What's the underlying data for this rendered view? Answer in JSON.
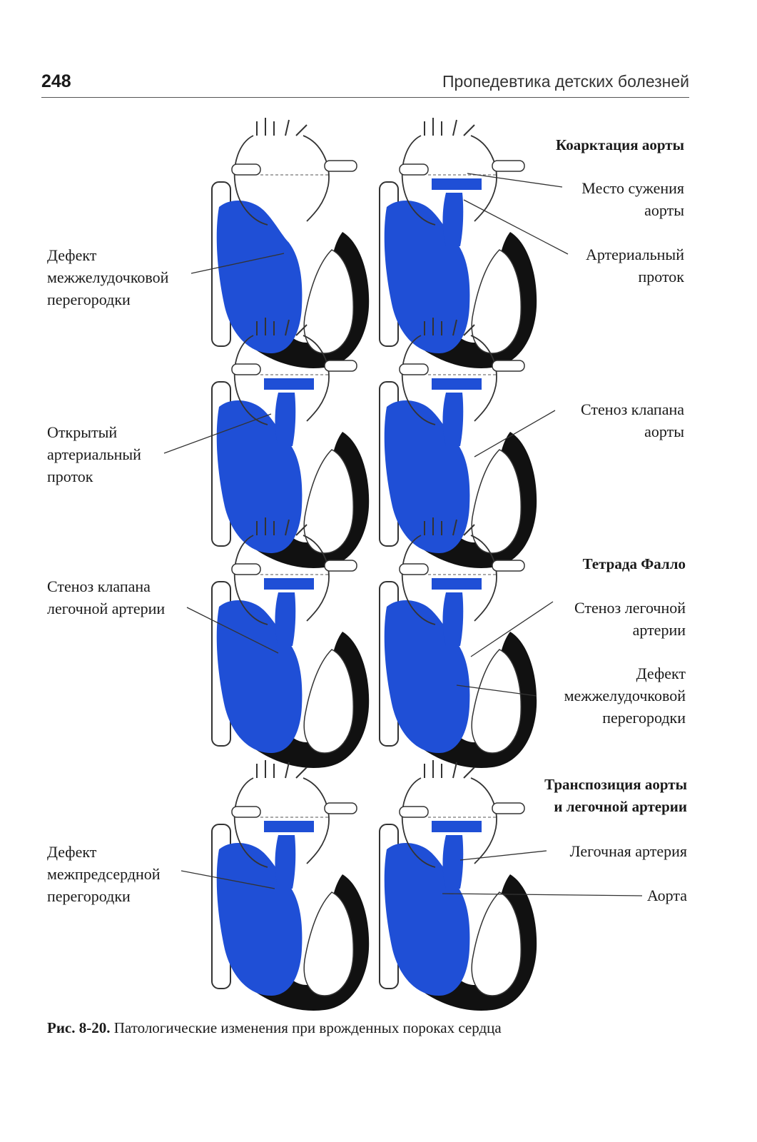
{
  "header": {
    "page_number": "248",
    "book_title": "Пропедевтика детских болезней"
  },
  "colors": {
    "venous_blue": "#1f4fd6",
    "myocardium_black": "#111111",
    "outline": "#333333"
  },
  "labels": {
    "vsd_left": [
      "Дефект",
      "межжелудочковой",
      "перегородки"
    ],
    "coarctation_title": "Коарктация аорты",
    "narrowing_site": [
      "Место сужения",
      "аорты"
    ],
    "ductus": [
      "Артериальный",
      "проток"
    ],
    "pda_left": [
      "Открытый",
      "артериальный",
      "проток"
    ],
    "aortic_stenosis": [
      "Стеноз клапана",
      "аорты"
    ],
    "pulm_valve_stenosis": [
      "Стеноз клапана",
      "легочной артерии"
    ],
    "tetralogy_title": "Тетрада Фалло",
    "pulm_stenosis": [
      "Стеноз легочной",
      "артерии"
    ],
    "vsd_right": [
      "Дефект",
      "межжелудочковой",
      "перегородки"
    ],
    "transposition_title": [
      "Транспозиция аорты",
      "и легочной артерии"
    ],
    "asd_left": [
      "Дефект",
      "межпредсердной",
      "перегородки"
    ],
    "pulm_artery": "Легочная артерия",
    "aorta": "Аорта"
  },
  "caption": {
    "number": "Рис. 8-20.",
    "text": "Патологические изменения при врожденных пороках сердца"
  }
}
